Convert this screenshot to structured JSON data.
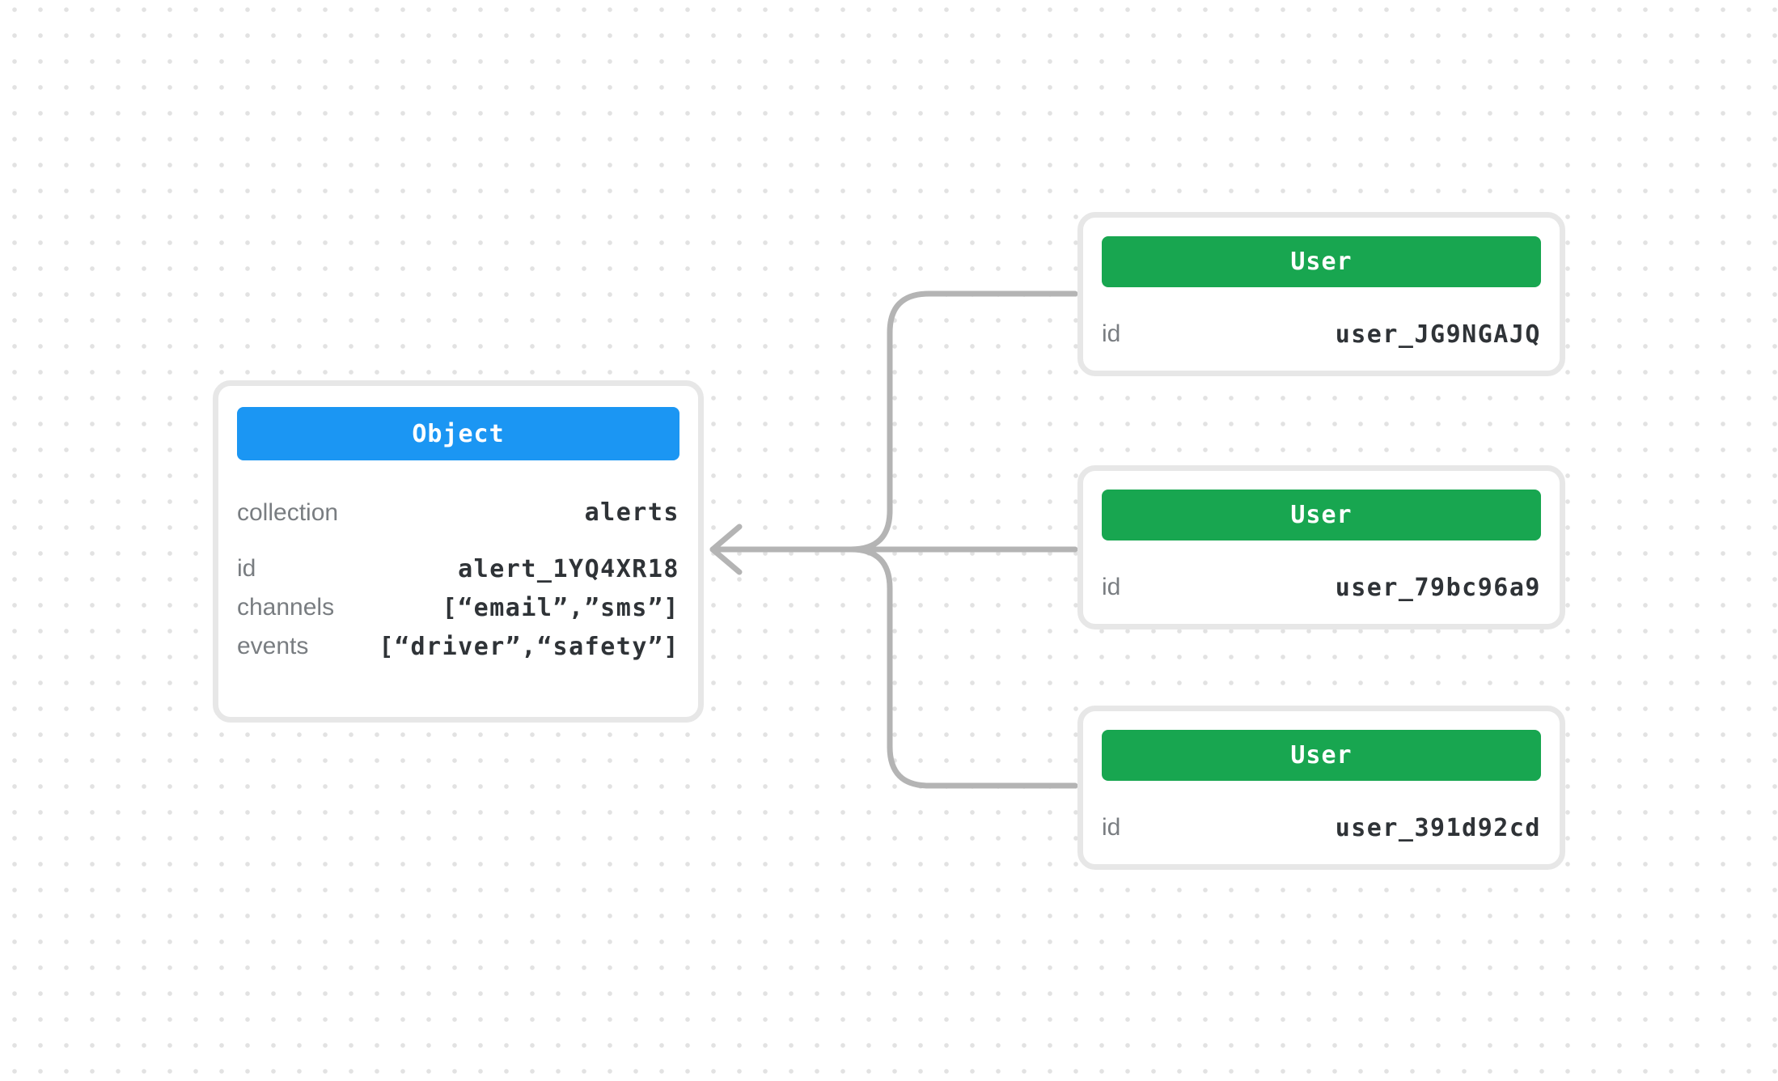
{
  "colors": {
    "background": "#ffffff",
    "dot": "#e2e2e2",
    "card_border": "#e7e7e7",
    "card_bg": "#ffffff",
    "object_header": "#1b96f3",
    "user_header": "#18a650",
    "header_text": "#ffffff",
    "label_text": "#797d81",
    "value_text": "#2f3337",
    "connector": "#b4b4b4"
  },
  "object_card": {
    "header": "Object",
    "fields": [
      {
        "label": "collection",
        "value": "alerts"
      },
      {
        "label": "id",
        "value": "alert_1YQ4XR18"
      },
      {
        "label": "channels",
        "value": "[“email”,”sms”]"
      },
      {
        "label": "events",
        "value": "[“driver”,“safety”]"
      }
    ]
  },
  "user_cards": [
    {
      "header": "User",
      "fields": [
        {
          "label": "id",
          "value": "user_JG9NGAJQ"
        }
      ]
    },
    {
      "header": "User",
      "fields": [
        {
          "label": "id",
          "value": "user_79bc96a9"
        }
      ]
    },
    {
      "header": "User",
      "fields": [
        {
          "label": "id",
          "value": "user_391d92cd"
        }
      ]
    }
  ]
}
